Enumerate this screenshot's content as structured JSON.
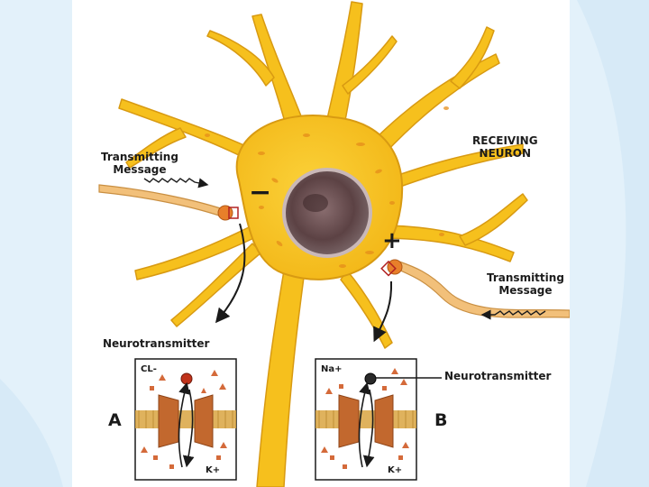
{
  "labels": {
    "transmitting_top": "Transmitting\nMessage",
    "receiving_neuron": "RECEIVING\nNEURON",
    "transmitting_right": "Transmitting\nMessage",
    "neurotransmitter_left": "Neurotransmitter",
    "neurotransmitter_right": "Neurotransmitter"
  },
  "signs": {
    "minus": "−",
    "plus": "+"
  },
  "panels": [
    {
      "letter": "A",
      "ion_top": "CL-",
      "ion_bottom": "K+"
    },
    {
      "letter": "B",
      "ion_top": "Na+",
      "ion_bottom": "K+"
    }
  ],
  "colors": {
    "neuron_fill": "#f6c01d",
    "neuron_outline": "#d89a12",
    "nucleus": "#6a4a48",
    "slide_background": "#e3f1fa",
    "channel": "#c2682e",
    "membrane": "#d9a441",
    "inhibitory_transmitter": "#c0321a",
    "excitatory_transmitter": "#2a2a2a"
  }
}
